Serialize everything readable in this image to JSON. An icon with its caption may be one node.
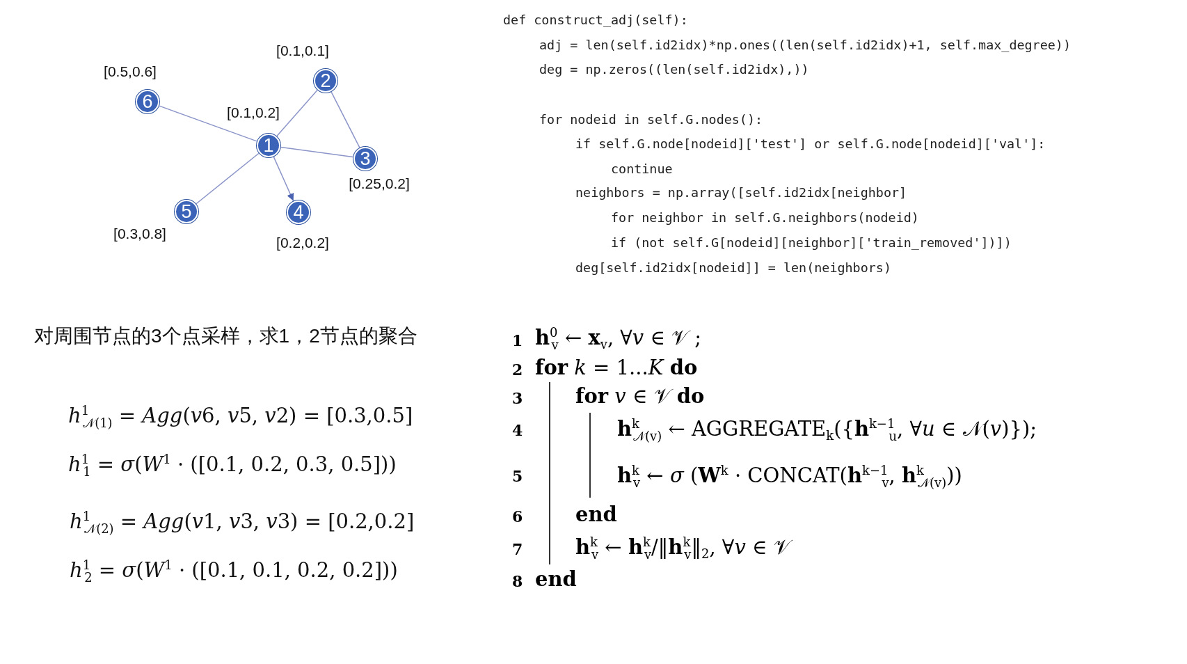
{
  "diagram": {
    "nodes": [
      {
        "text": [
          "2"
        ],
        "beside": [
          "[0.1,0.1]"
        ]
      },
      {
        "text": [
          "6"
        ],
        "beside": [
          "[0.5,0.6]"
        ]
      },
      {
        "text": [
          "1"
        ],
        "beside": [
          "[0.1,0.2]"
        ]
      },
      {
        "text": [
          "3"
        ],
        "beside": [
          "[0.25,0.2]"
        ]
      },
      {
        "text": [
          "5"
        ],
        "beside": [
          "[0.3,0.8]"
        ]
      },
      {
        "text": [
          "4"
        ],
        "beside": [
          "[0.2,0.2]"
        ]
      }
    ],
    "edges": [
      {
        "from": 2,
        "to": 1,
        "arrow": "none"
      },
      {
        "from": 2,
        "to": 0,
        "arrow": "none"
      },
      {
        "from": 0,
        "to": 3,
        "arrow": "none"
      },
      {
        "from": 2,
        "to": 3,
        "arrow": "none"
      },
      {
        "from": 2,
        "to": 4,
        "arrow": "none"
      },
      {
        "from": 2,
        "to": 5,
        "arrow": "to"
      }
    ],
    "labels": [
      "def construct_adj(self):",
      "adj = len(self.id2idx)*np.ones((len(self.id2idx)+1, self.max_degree))",
      "deg = np.zeros((len(self.id2idx),))",
      "for nodeid in self.G.nodes():",
      "if self.G.node[nodeid]['test'] or self.G.node[nodeid]['val']:",
      "continue",
      "neighbors = np.array([self.id2idx[neighbor]",
      "for neighbor in self.G.neighbors(nodeid)",
      "if (not self.G[nodeid][neighbor]['train_removed'])])",
      "deg[self.id2idx[nodeid]] = len(neighbors)",
      "对周围节点的3个点采样，求1，2节点的聚合",
      "*h*$^{1}$$_{𝒩(1)}$ = *Agg*(𝑣6, 𝑣5, 𝑣2) = [0.3,0.5]",
      "*h*$^{1}$$_{1}$ = *σ*(*W*$^{1}$ · ([0.1, 0.2, 0.3, 0.5]))",
      "*h*$^{1}$$_{𝒩(2)}$ = *Agg*(𝑣1, 𝑣3, 𝑣3) = [0.2,0.2]",
      "*h*$^{1}$$_{2}$ = *σ*(*W*$^{1}$ · ([0.1, 0.1, 0.2, 0.2]))",
      "1",
      "**h**$^{0}$$_{v}$ ← **x**$_{v}$, ∀*v* ∈ 𝒱 ;",
      "2",
      "**for** *k* = 1...*K* **do**",
      "3",
      "**for** *v* ∈ 𝒱 **do**",
      "4",
      "**h**$^{k}$$_{𝒩(v)}$ ← AGGREGATE$_{k}$({**h**$^{k−1}$$_{u}$, ∀*u* ∈ 𝒩(*v*)});",
      "5",
      "**h**$^{k}$$_{v}$ ← *σ* (**W**$^{k}$ · CONCAT(**h**$^{k−1}$$_{v}$, **h**$^{k}$$_{𝒩(v)}$))",
      "6",
      "**end**",
      "7",
      "**h**$^{k}$$_{v}$ ← **h**$^{k}$$_{v}$/‖**h**$^{k}$$_{v}$‖$_{2}$, ∀*v* ∈ 𝒱",
      "8",
      "**end**"
    ]
  }
}
